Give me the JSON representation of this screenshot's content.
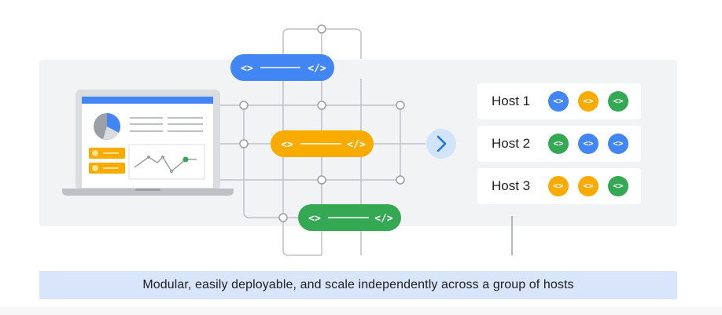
{
  "caption": "Modular, easily deployable, and scale independently across a group of hosts",
  "colors": {
    "blue": "#4285f4",
    "yellow": "#f9ab00",
    "green": "#34a853",
    "panel": "#f1f3f4",
    "caption_bg": "#d9e5fb"
  },
  "pills": [
    {
      "color": "blue",
      "left_symbol": "<>",
      "right_symbol": "</>"
    },
    {
      "color": "yellow",
      "left_symbol": "<>",
      "right_symbol": "</>"
    },
    {
      "color": "green",
      "left_symbol": "<>",
      "right_symbol": "</>"
    }
  ],
  "hosts": [
    {
      "label": "Host 1",
      "chips": [
        "blue",
        "yellow",
        "green"
      ],
      "chip_symbol": "<>"
    },
    {
      "label": "Host 2",
      "chips": [
        "green",
        "blue",
        "blue"
      ],
      "chip_symbol": "<>"
    },
    {
      "label": "Host 3",
      "chips": [
        "yellow",
        "yellow",
        "green"
      ],
      "chip_symbol": "<>"
    }
  ],
  "arrow_icon": "chevron-right-icon",
  "laptop_icon": "laptop-dashboard-icon"
}
